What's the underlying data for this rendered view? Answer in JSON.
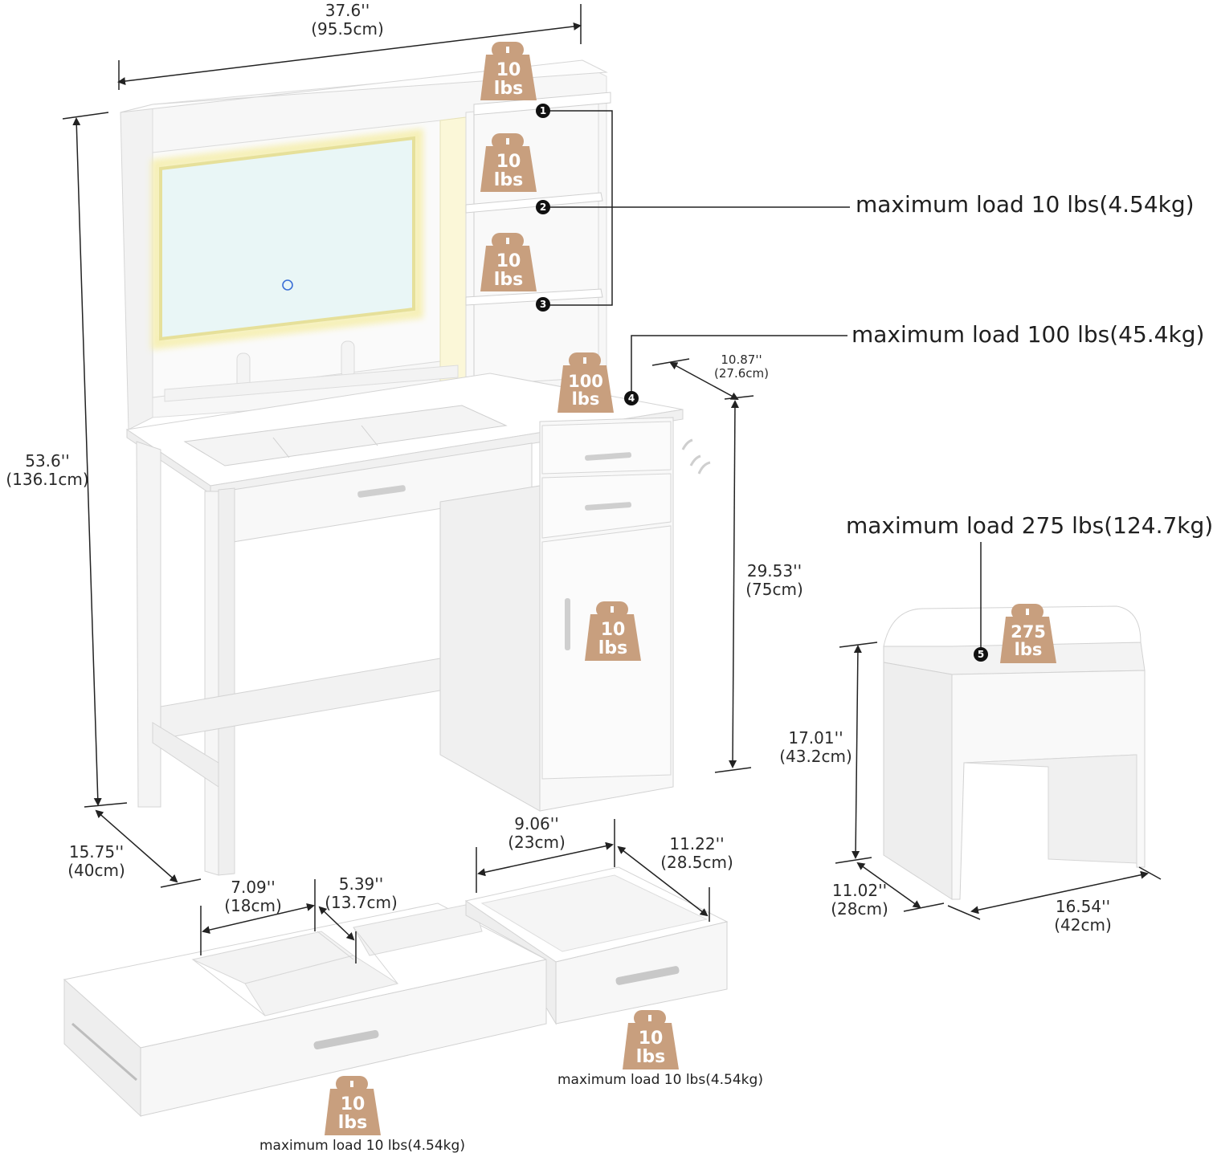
{
  "colors": {
    "badge": "#c89f7e",
    "line": "#222222",
    "furniture": "#fbfbfb",
    "edge": "#d9d9d9",
    "mirror": "#e9f6f6",
    "glow": "#f6efb0"
  },
  "dimensions": {
    "vanity_width": {
      "in": "37.6''",
      "cm": "(95.5cm)"
    },
    "vanity_height": {
      "in": "53.6''",
      "cm": "(136.1cm)"
    },
    "desk_depth": {
      "in": "10.87''",
      "cm": "(27.6cm)"
    },
    "desk_height": {
      "in": "29.53''",
      "cm": "(75cm)"
    },
    "leg_depth": {
      "in": "15.75''",
      "cm": "(40cm)"
    },
    "compartment_a": {
      "in": "7.09''",
      "cm": "(18cm)"
    },
    "compartment_b": {
      "in": "5.39''",
      "cm": "(13.7cm)"
    },
    "small_drawer_width": {
      "in": "9.06''",
      "cm": "(23cm)"
    },
    "small_drawer_depth": {
      "in": "11.22''",
      "cm": "(28.5cm)"
    },
    "stool_height": {
      "in": "17.01''",
      "cm": "(43.2cm)"
    },
    "stool_depth": {
      "in": "11.02''",
      "cm": "(28cm)"
    },
    "stool_width": {
      "in": "16.54''",
      "cm": "(42cm)"
    }
  },
  "loads": {
    "shelves": "maximum load 10 lbs(4.54kg)",
    "desktop": "maximum load 100 lbs(45.4kg)",
    "stool": "maximum load 275 lbs(124.7kg)",
    "small_drawer": "maximum load 10 lbs(4.54kg)",
    "large_drawer": "maximum load 10 lbs(4.54kg)"
  },
  "badges": {
    "top_shelf": {
      "num": "10",
      "unit": "lbs"
    },
    "shelf_2": {
      "num": "10",
      "unit": "lbs"
    },
    "shelf_3": {
      "num": "10",
      "unit": "lbs"
    },
    "desktop": {
      "num": "100",
      "unit": "lbs"
    },
    "cabinet": {
      "num": "10",
      "unit": "lbs"
    },
    "stool": {
      "num": "275",
      "unit": "lbs"
    },
    "small_drawer": {
      "num": "10",
      "unit": "lbs"
    },
    "large_drawer": {
      "num": "10",
      "unit": "lbs"
    }
  },
  "callouts": [
    "1",
    "2",
    "3",
    "4",
    "5"
  ]
}
